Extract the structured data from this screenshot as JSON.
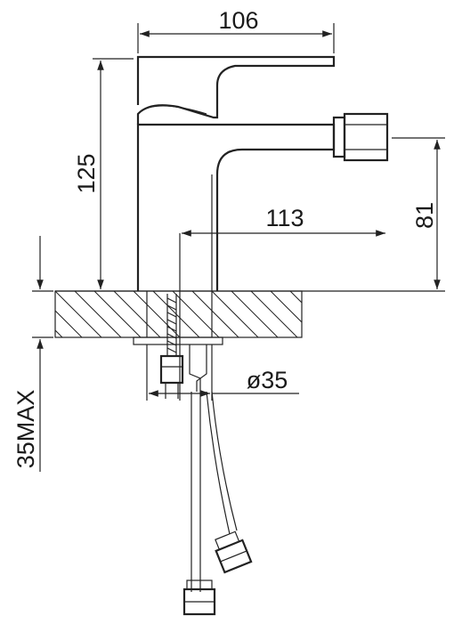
{
  "dimensions": {
    "top_width": "106",
    "total_height": "125",
    "spout_height": "81",
    "spout_reach": "113",
    "hole_diameter": "ø35",
    "max_thickness": "35MAX"
  },
  "colors": {
    "line": "#222222",
    "background": "#ffffff"
  }
}
